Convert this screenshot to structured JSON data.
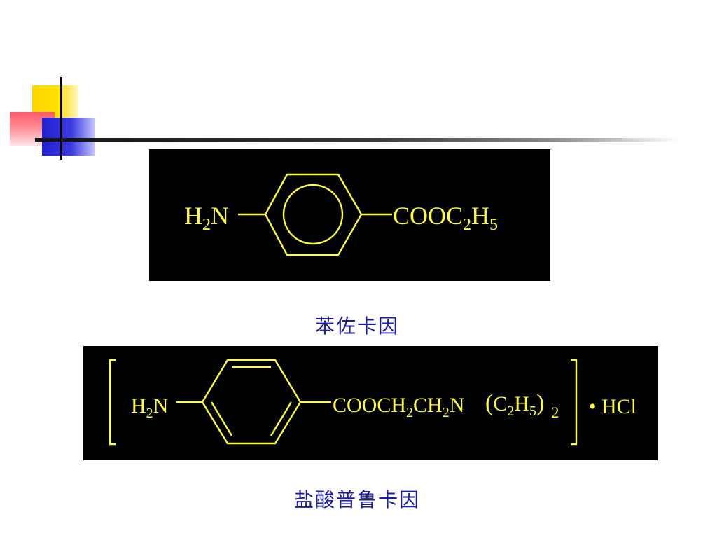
{
  "slide": {
    "formula1": {
      "left_group": {
        "base": "H",
        "sub": "2",
        "tail": "N"
      },
      "right_group": {
        "p1": "COOC",
        "s1": "2",
        "p2": "H",
        "s2": "5"
      },
      "caption": "苯佐卡因"
    },
    "formula2": {
      "left_group": {
        "base": "H",
        "sub": "2",
        "tail": "N"
      },
      "chain": {
        "p1": "COOCH",
        "s1": "2",
        "p2": "CH",
        "s2": "2",
        "p3": "N"
      },
      "paren_group": {
        "open": "(",
        "p1": "C",
        "s1": "2",
        "p2": "H",
        "s2": "5",
        "close": ")",
        "count": "2"
      },
      "salt": "• HCl",
      "caption": "盐酸普鲁卡因"
    },
    "colors": {
      "formula": "#ffff33",
      "box_background": "#000000",
      "caption": "#1a1aa8",
      "accent_yellow": "#ffd400",
      "accent_red": "#ff5a6a",
      "accent_blue": "#2020d0"
    }
  }
}
